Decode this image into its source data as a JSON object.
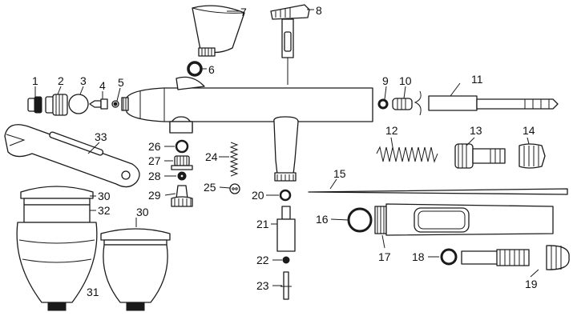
{
  "diagram": {
    "type": "exploded-parts-diagram",
    "labels": [
      "1",
      "2",
      "3",
      "4",
      "5",
      "6",
      "7",
      "8",
      "9",
      "10",
      "11",
      "12",
      "13",
      "14",
      "15",
      "16",
      "17",
      "18",
      "19",
      "20",
      "21",
      "22",
      "23",
      "24",
      "25",
      "26",
      "27",
      "28",
      "29",
      "30",
      "30",
      "31",
      "32",
      "33"
    ]
  }
}
